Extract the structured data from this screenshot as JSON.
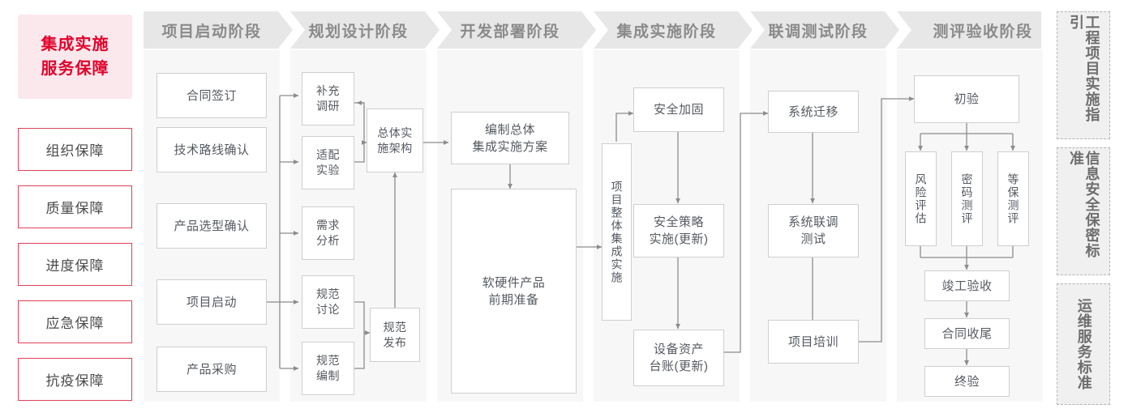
{
  "sidebar": {
    "title": "集成实施\n服务保障",
    "title_color": "#e3002b",
    "items": [
      {
        "label": "组织保障"
      },
      {
        "label": "质量保障"
      },
      {
        "label": "进度保障"
      },
      {
        "label": "应急保障"
      },
      {
        "label": "抗疫保障"
      }
    ]
  },
  "stages": [
    {
      "label": "项目启动阶段"
    },
    {
      "label": "规划设计阶段"
    },
    {
      "label": "开发部署阶段"
    },
    {
      "label": "集成实施阶段"
    },
    {
      "label": "联调测试阶段"
    },
    {
      "label": "测评验收阶段"
    }
  ],
  "nodes": {
    "s1": [
      {
        "label": "合同签订"
      },
      {
        "label": "技术路线确认"
      },
      {
        "label": "产品选型确认"
      },
      {
        "label": "项目启动"
      },
      {
        "label": "产品采购"
      }
    ],
    "s2": [
      {
        "label": "补充\n调研"
      },
      {
        "label": "适配\n实验"
      },
      {
        "label": "需求\n分析"
      },
      {
        "label": "规范\n讨论"
      },
      {
        "label": "规范\n编制"
      },
      {
        "label": "总体实\n施架构"
      },
      {
        "label": "规范\n发布"
      }
    ],
    "s3": [
      {
        "label": "编制总体\n集成实施方案"
      },
      {
        "label": "软硬件产品\n前期准备"
      }
    ],
    "s4": [
      {
        "label": "项目整体集成实施"
      },
      {
        "label": "安全加固"
      },
      {
        "label": "安全策略\n实施(更新)"
      },
      {
        "label": "设备资产\n台账(更新)"
      }
    ],
    "s5": [
      {
        "label": "系统迁移"
      },
      {
        "label": "系统联调\n测试"
      },
      {
        "label": "项目培训"
      }
    ],
    "s6": [
      {
        "label": "初验"
      },
      {
        "label": "风险评估"
      },
      {
        "label": "密码测评"
      },
      {
        "label": "等保测评"
      },
      {
        "label": "竣工验收"
      },
      {
        "label": "合同收尾"
      },
      {
        "label": "终验"
      }
    ]
  },
  "rail": [
    {
      "label": "工程项目实施指引"
    },
    {
      "label": "信息安全保密标准"
    },
    {
      "label": "运维服务标准"
    }
  ],
  "colors": {
    "accent_red": "#e3002b",
    "title_bg": "#fbe8ec",
    "item_border": "#e0405a",
    "stage_header_bg": "#e7e7e7",
    "stage_body_bg": "#f7f7f7",
    "node_border": "#cfcfcf",
    "wire": "#9a9a9a",
    "text": "#555a60",
    "stage_text": "#8a8a8a"
  }
}
